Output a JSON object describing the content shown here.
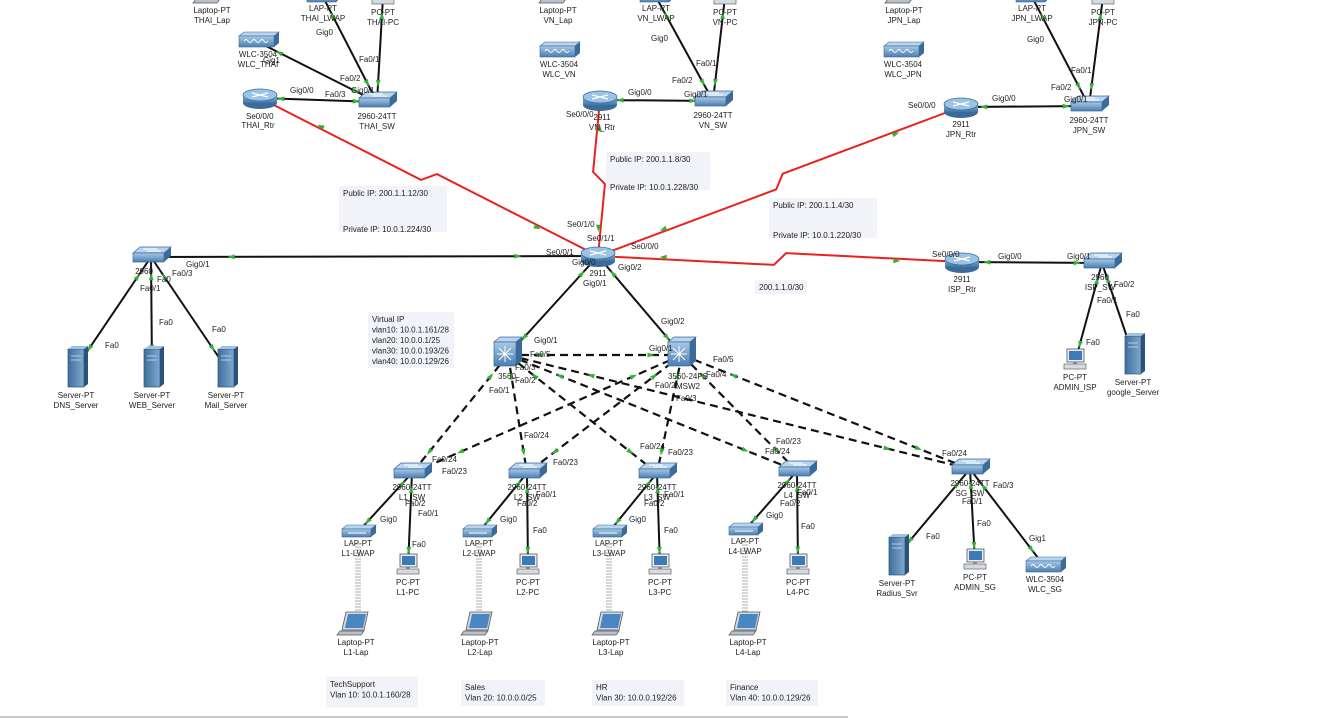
{
  "colors": {
    "serial": "#e8231f",
    "ethernet": "#111111",
    "up": "#33b233",
    "down": "#e8231f",
    "router": "#4f86b8",
    "switch": "#4f86b8",
    "note_bg": "#eef1f8"
  },
  "devices": [
    {
      "id": "thai_lap",
      "type": "laptop",
      "l1": "Laptop-PT",
      "l2": "THAI_Lap"
    },
    {
      "id": "thai_lwap",
      "type": "ap",
      "l1": "LAP-PT",
      "l2": "THAI_LWAP"
    },
    {
      "id": "thai_pc",
      "type": "pc",
      "l1": "PC-PT",
      "l2": "THAI-PC"
    },
    {
      "id": "wlc_thai",
      "type": "wlc",
      "l1": "WLC-3504",
      "l2": "WLC_THAI"
    },
    {
      "id": "thai_rtr",
      "type": "router",
      "l1": "",
      "l2": "THAI_Rtr"
    },
    {
      "id": "thai_sw",
      "type": "switch",
      "l1": "2960-24TT",
      "l2": "THAI_SW"
    },
    {
      "id": "vn_lap",
      "type": "laptop",
      "l1": "Laptop-PT",
      "l2": "VN_Lap"
    },
    {
      "id": "vn_lwap",
      "type": "ap",
      "l1": "LAP-PT",
      "l2": "VN_LWAP"
    },
    {
      "id": "vn_pc",
      "type": "pc",
      "l1": "PC-PT",
      "l2": "VN-PC"
    },
    {
      "id": "wlc_vn",
      "type": "wlc",
      "l1": "WLC-3504",
      "l2": "WLC_VN"
    },
    {
      "id": "vn_rtr",
      "type": "router",
      "l1": "2911",
      "l2": "VN_Rtr"
    },
    {
      "id": "vn_sw",
      "type": "switch",
      "l1": "2960-24TT",
      "l2": "VN_SW"
    },
    {
      "id": "jpn_lap",
      "type": "laptop",
      "l1": "Laptop-PT",
      "l2": "JPN_Lap"
    },
    {
      "id": "jpn_lwap",
      "type": "ap",
      "l1": "LAP-PT",
      "l2": "JPN_LWAP"
    },
    {
      "id": "jpn_pc",
      "type": "pc",
      "l1": "PC-PT",
      "l2": "JPN-PC"
    },
    {
      "id": "wlc_jpn",
      "type": "wlc",
      "l1": "WLC-3504",
      "l2": "WLC_JPN"
    },
    {
      "id": "jpn_rtr",
      "type": "router",
      "l1": "2911",
      "l2": "JPN_Rtr"
    },
    {
      "id": "jpn_sw",
      "type": "switch",
      "l1": "2960-24TT",
      "l2": "JPN_SW"
    },
    {
      "id": "core_rtr",
      "type": "router",
      "l1": "2911",
      "l2": ""
    },
    {
      "id": "dmz_sw",
      "type": "switch",
      "l1": "2960",
      "l2": ""
    },
    {
      "id": "dns_server",
      "type": "server",
      "l1": "Server-PT",
      "l2": "DNS_Server"
    },
    {
      "id": "web_server",
      "type": "server",
      "l1": "Server-PT",
      "l2": "WEB_Server"
    },
    {
      "id": "mail_server",
      "type": "server",
      "l1": "Server-PT",
      "l2": "Mail_Server"
    },
    {
      "id": "isp_rtr",
      "type": "router",
      "l1": "2911",
      "l2": "ISP_Rtr"
    },
    {
      "id": "isp_sw",
      "type": "switch",
      "l1": "2960",
      "l2": "ISP_SW"
    },
    {
      "id": "admin_isp",
      "type": "pc",
      "l1": "PC-PT",
      "l2": "ADMIN_ISP"
    },
    {
      "id": "google_server",
      "type": "server",
      "l1": "Server-PT",
      "l2": "google_Server"
    },
    {
      "id": "msw1",
      "type": "mls",
      "l1": "3560",
      "l2": ""
    },
    {
      "id": "msw2",
      "type": "mls",
      "l1": "3560-24PS",
      "l2": "MSW2"
    },
    {
      "id": "l1_sw",
      "type": "switch",
      "l1": "2960-24TT",
      "l2": "L1_SW"
    },
    {
      "id": "l2_sw",
      "type": "switch",
      "l1": "2960-24TT",
      "l2": "L2_SW"
    },
    {
      "id": "l3_sw",
      "type": "switch",
      "l1": "2960-24TT",
      "l2": "L3_SW"
    },
    {
      "id": "l4_sw",
      "type": "switch",
      "l1": "2960-24TT",
      "l2": "L4_SW"
    },
    {
      "id": "sg_sw",
      "type": "switch",
      "l1": "2960-24TT",
      "l2": "SG_SW"
    },
    {
      "id": "l1_lwap",
      "type": "ap",
      "l1": "LAP-PT",
      "l2": "L1-LWAP"
    },
    {
      "id": "l1_pc",
      "type": "pc",
      "l1": "PC-PT",
      "l2": "L1-PC"
    },
    {
      "id": "l1_lap",
      "type": "laptop",
      "l1": "Laptop-PT",
      "l2": "L1-Lap"
    },
    {
      "id": "l2_lwap",
      "type": "ap",
      "l1": "LAP-PT",
      "l2": "L2-LWAP"
    },
    {
      "id": "l2_pc",
      "type": "pc",
      "l1": "PC-PT",
      "l2": "L2-PC"
    },
    {
      "id": "l2_lap",
      "type": "laptop",
      "l1": "Laptop-PT",
      "l2": "L2-Lap"
    },
    {
      "id": "l3_lwap",
      "type": "ap",
      "l1": "LAP-PT",
      "l2": "L3-LWAP"
    },
    {
      "id": "l3_pc",
      "type": "pc",
      "l1": "PC-PT",
      "l2": "L3-PC"
    },
    {
      "id": "l3_lap",
      "type": "laptop",
      "l1": "Laptop-PT",
      "l2": "L3-Lap"
    },
    {
      "id": "l4_lwap",
      "type": "ap",
      "l1": "LAP-PT",
      "l2": "L4-LWAP"
    },
    {
      "id": "l4_pc",
      "type": "pc",
      "l1": "PC-PT",
      "l2": "L4-PC"
    },
    {
      "id": "l4_lap",
      "type": "laptop",
      "l1": "Laptop-PT",
      "l2": "L4-Lap"
    },
    {
      "id": "radius_svr",
      "type": "server",
      "l1": "Server-PT",
      "l2": "Radius_Svr"
    },
    {
      "id": "admin_sg",
      "type": "pc",
      "l1": "PC-PT",
      "l2": "ADMIN_SG"
    },
    {
      "id": "wlc_sg",
      "type": "wlc",
      "l1": "WLC-3504",
      "l2": "WLC_SG"
    }
  ],
  "port_labels": [
    "Gig0",
    "Fa0/1",
    "Fa0/2",
    "Gig0/1",
    "Gig0/0",
    "Fa0/3",
    "Se0/0/0",
    "Gig1",
    "Gig0",
    "Fa0/1",
    "Fa0/2",
    "Gig0/1",
    "Gig0/0",
    "Se0/0/0",
    "Gig0",
    "Fa0/1",
    "Fa0/2",
    "Gig0/1",
    "Gig0/0",
    "Se0/0/0",
    "Se0/1/0",
    "Se0/1/1",
    "Se0/0/0",
    "Se0/0/1",
    "Gig0/0",
    "Gig0/1",
    "Gig0/2",
    "Gig0/1",
    "Fa0/3",
    "Fa0",
    "Fa0/1",
    "Fa0",
    "Fa0",
    "Fa0",
    "Se0/0/0",
    "Gig0/0",
    "Gig0/1",
    "Fa0/2",
    "Fa0/1",
    "Fa0",
    "Fa0",
    "Gig0/1",
    "Fa0/5",
    "Fa0/3",
    "Fa0/2",
    "Fa0/1",
    "Gig0/2",
    "Gig0/1",
    "Fa0/5",
    "Fa0/4",
    "Fa0/2",
    "Fa0/3",
    "Fa0/24",
    "Fa0/23",
    "Fa0/2",
    "Fa0/1",
    "Gig0",
    "Fa0",
    "Fa0/24",
    "Fa0/23",
    "Fa0/2",
    "Fa0/1",
    "Gig0",
    "Fa0",
    "Fa0/24",
    "Fa0/23",
    "Fa0/2",
    "Fa0/1",
    "Gig0",
    "Fa0",
    "Fa0/23",
    "Fa0/24",
    "Fa0/2",
    "Fa0/1",
    "Gig0",
    "Fa0",
    "Fa0/24",
    "Fa0/1",
    "Fa0/3",
    "Fa0",
    "Fa0",
    "Gig1"
  ],
  "notes": {
    "vn_link": [
      "Public IP: 200.1.1.8/30",
      "Private IP: 10.0.1.228/30"
    ],
    "thai_link": [
      "Public IP: 200.1.1.12/30",
      "Private IP: 10.0.1.224/30"
    ],
    "jpn_link": [
      "Public IP: 200.1.1.4/30",
      "Private IP: 10.0.1.220/30"
    ],
    "isp_link": "200.1.1.0/30",
    "virtual_ip": [
      "Virtual IP",
      "vlan10: 10.0.1.161/28",
      "vlan20: 10.0.0.1/25",
      "vlan30: 10.0.0.193/26",
      "vlan40: 10.0.0.129/26"
    ],
    "techsupport": [
      "TechSupport",
      "Vlan 10: 10.0.1.160/28"
    ],
    "sales": [
      "Sales",
      "Vlan 20: 10.0.0.0/25"
    ],
    "hr": [
      "HR",
      "Vlan 30: 10.0.0.192/26"
    ],
    "finance": [
      "Finance",
      "Vlan 40: 10.0.0.129/26"
    ]
  }
}
